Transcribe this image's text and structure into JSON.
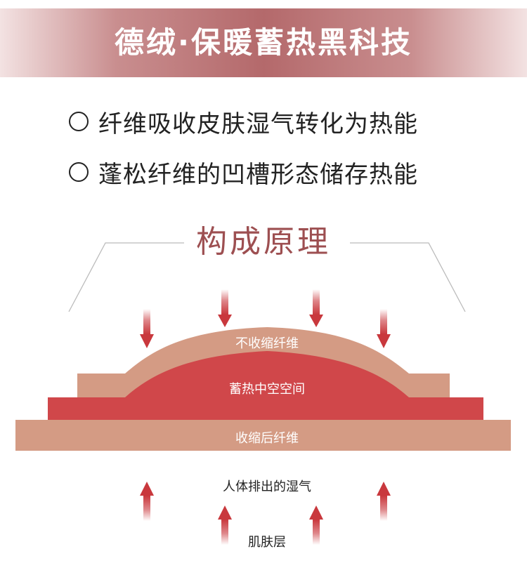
{
  "header": {
    "title": "德绒·保暖蓄热黑科技"
  },
  "features": [
    {
      "text": "纤维吸收皮肤湿气转化为热能",
      "icon": "radio-circle-icon"
    },
    {
      "text": "蓬松纤维的凹槽形态储存热能",
      "icon": "radio-circle-icon"
    }
  ],
  "diagram": {
    "title": "构成原理",
    "layers": {
      "top": "不收缩纤维",
      "middle": "蓄热中空空间",
      "bottom": "收缩后纤维"
    },
    "moisture_label": "人体排出的湿气",
    "skin_label": "肌肤层"
  },
  "colors": {
    "banner_center": "#b4696b",
    "title_accent": "#9d4f51",
    "tan_layer": "#d49b84",
    "red_layer": "#d0474a",
    "arrow": "#c9383d"
  }
}
